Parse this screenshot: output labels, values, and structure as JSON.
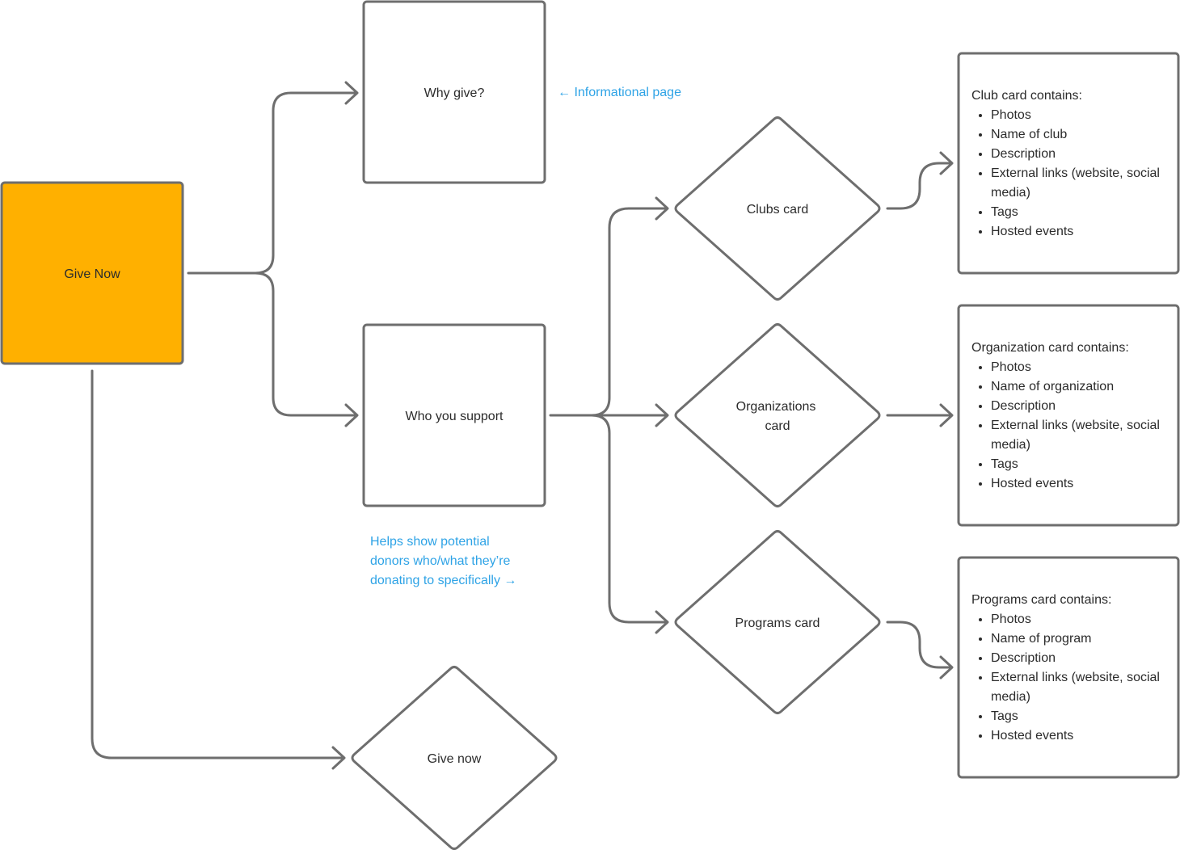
{
  "colors": {
    "stroke": "#6e6e6e",
    "primary_fill": "#ffb000",
    "note": "#2ea3e6",
    "text": "#2b2b2b"
  },
  "nodes": {
    "give_now_primary": "Give Now",
    "why_give": "Why give?",
    "who_you_support": "Who you support",
    "clubs_card": "Clubs card",
    "organizations_card_line1": "Organizations",
    "organizations_card_line2": "card",
    "programs_card": "Programs card",
    "give_now_decision": "Give now"
  },
  "notes": {
    "informational": "← Informational page",
    "helps_show": "Helps show potential donors who/what they’re donating to specifically →"
  },
  "cards": [
    {
      "title": "Club card contains:",
      "items": [
        "Photos",
        "Name of club",
        "Description",
        "External links (website, social media)",
        "Tags",
        "Hosted events"
      ]
    },
    {
      "title": "Organization card contains:",
      "items": [
        "Photos",
        "Name of organization",
        "Description",
        "External links (website, social media)",
        "Tags",
        "Hosted events"
      ]
    },
    {
      "title": "Programs card contains:",
      "items": [
        "Photos",
        "Name of program",
        "Description",
        "External links (website, social media)",
        "Tags",
        "Hosted events"
      ]
    }
  ]
}
